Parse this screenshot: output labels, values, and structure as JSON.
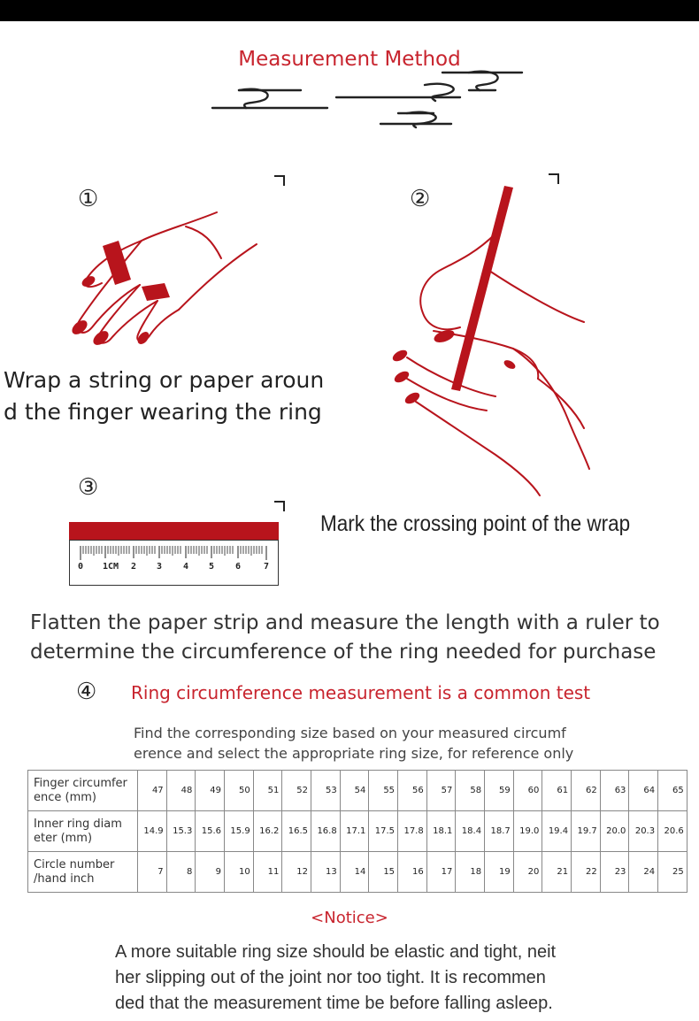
{
  "title": "Measurement Method",
  "steps": {
    "s1": {
      "num": "①",
      "caption": "Wrap a string or paper aroun d the finger wearing the ring",
      "caption_line1": "Wrap a string or paper aroun",
      "caption_line2": "d the finger wearing the ring"
    },
    "s2": {
      "num": "②",
      "caption": "Mark the crossing point of the wrap"
    },
    "s3": {
      "num": "③",
      "caption_line1": "Flatten the paper strip and measure the length with a ruler to",
      "caption_line2": "determine the circumference of the ring needed for purchase",
      "ruler_labels": [
        "0",
        "1CM",
        "2",
        "3",
        "4",
        "5",
        "6",
        "7"
      ]
    },
    "s4": {
      "num": "④",
      "title": "Ring circumference measurement is a common test",
      "desc_line1": "Find the corresponding size based on your measured circumf",
      "desc_line2": "erence and select the appropriate ring size, for reference only"
    }
  },
  "table": {
    "rows": [
      {
        "label_line1": "Finger circumfer",
        "label_line2": "ence (mm)",
        "values": [
          "47",
          "48",
          "49",
          "50",
          "51",
          "52",
          "53",
          "54",
          "55",
          "56",
          "57",
          "58",
          "59",
          "60",
          "61",
          "62",
          "63",
          "64",
          "65"
        ]
      },
      {
        "label_line1": "Inner ring diam",
        "label_line2": "eter (mm)",
        "values": [
          "14.9",
          "15.3",
          "15.6",
          "15.9",
          "16.2",
          "16.5",
          "16.8",
          "17.1",
          "17.5",
          "17.8",
          "18.1",
          "18.4",
          "18.7",
          "19.0",
          "19.4",
          "19.7",
          "20.0",
          "20.3",
          "20.6"
        ]
      },
      {
        "label_line1": "Circle number",
        "label_line2": "/hand inch",
        "values": [
          "7",
          "8",
          "9",
          "10",
          "11",
          "12",
          "13",
          "14",
          "15",
          "16",
          "17",
          "18",
          "19",
          "20",
          "21",
          "22",
          "23",
          "24",
          "25"
        ]
      }
    ]
  },
  "notice": {
    "title": "<Notice>",
    "line1": "A more suitable ring size should be elastic and tight, neit",
    "line2": "her slipping out of the joint nor too tight. It is recommen",
    "line3": "ded that the measurement time be before falling asleep."
  },
  "colors": {
    "accent": "#c8242e",
    "strap": "#b8141c",
    "text": "#222222",
    "bar": "#000000"
  },
  "icons": {
    "cloud": "cloud-swirl-icon",
    "hand": "hand-ring-illustration",
    "pen": "hand-pen-illustration",
    "ruler": "ruler-icon"
  }
}
